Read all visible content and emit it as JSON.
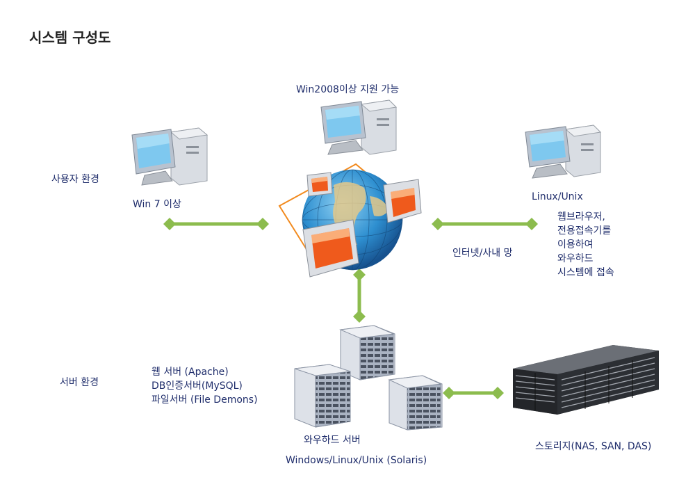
{
  "title": "시스템 구성도",
  "labels": {
    "user_env": "사용자 환경",
    "win7": "Win 7 이상",
    "win2008": "Win2008이상 지원 가능",
    "linux_unix": "Linux/Unix",
    "internet": "인터넷/사내 망",
    "server_env": "서버 환경",
    "wowhard_server": "와우하드 서버",
    "os_list": "Windows/Linux/Unix (Solaris)",
    "storage": "스토리지(NAS, SAN, DAS)"
  },
  "access_note": [
    "웹브라우저,",
    "전용접속기를",
    "이용하여",
    "와우하드",
    "시스템에 접속"
  ],
  "server_components": [
    "웹 서버 (Apache)",
    "DB인증서버(MySQL)",
    "파일서버 (File Demons)"
  ],
  "colors": {
    "connector": "#8cbc4e",
    "text": "#1f2d6b",
    "orbit": "#f28a1e"
  }
}
